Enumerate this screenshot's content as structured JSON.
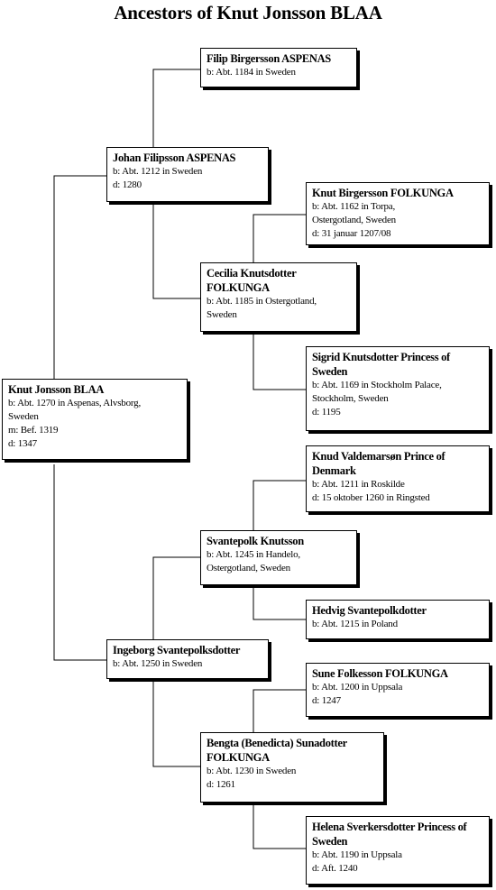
{
  "title": "Ancestors of Knut Jonsson BLAA",
  "people": {
    "knut_jonsson": {
      "name": "Knut Jonsson BLAA",
      "lines": [
        "b: Abt. 1270 in Aspenas, Alvsborg,",
        "Sweden",
        "m: Bef. 1319",
        "d: 1347"
      ]
    },
    "johan_filipsson": {
      "name": "Johan Filipsson ASPENAS",
      "lines": [
        "b: Abt. 1212 in Sweden",
        "d: 1280"
      ]
    },
    "filip_birgersson": {
      "name": "Filip Birgersson ASPENAS",
      "lines": [
        "b: Abt. 1184 in Sweden"
      ]
    },
    "cecilia_knutsdotter": {
      "name": "Cecilia Knutsdotter FOLKUNGA",
      "lines": [
        "b: Abt. 1185 in Ostergotland,",
        "Sweden"
      ]
    },
    "knut_birgersson": {
      "name": "Knut Birgersson FOLKUNGA",
      "lines": [
        "b: Abt. 1162 in Torpa,",
        "Ostergotland, Sweden",
        "d: 31 januar 1207/08"
      ]
    },
    "sigrid_knutsdotter": {
      "name": "Sigrid Knutsdotter Princess of Sweden",
      "lines": [
        "b: Abt. 1169 in Stockholm Palace,",
        "Stockholm, Sweden",
        "d: 1195"
      ]
    },
    "ingeborg_svantepolksdotter": {
      "name": "Ingeborg Svantepolksdotter",
      "lines": [
        "b: Abt. 1250 in Sweden"
      ]
    },
    "svantepolk_knutsson": {
      "name": "Svantepolk Knutsson",
      "lines": [
        "b: Abt. 1245 in Handelo,",
        "Ostergotland, Sweden"
      ]
    },
    "knud_valdemarson": {
      "name": "Knud Valdemarsøn Prince of Denmark",
      "lines": [
        "b: Abt. 1211 in Roskilde",
        "d: 15 oktober 1260 in Ringsted"
      ]
    },
    "hedvig_svantepolkdotter": {
      "name": "Hedvig Svantepolkdotter",
      "lines": [
        "b: Abt. 1215 in Poland"
      ]
    },
    "bengta_sunadotter": {
      "name": "Bengta (Benedicta) Sunadotter FOLKUNGA",
      "lines": [
        "b: Abt. 1230 in Sweden",
        "d: 1261"
      ]
    },
    "sune_folkesson": {
      "name": "Sune Folkesson FOLKUNGA",
      "lines": [
        "b: Abt. 1200 in Uppsala",
        "d: 1247"
      ]
    },
    "helena_sverkersdotter": {
      "name": "Helena Sverkersdotter Princess of Sweden",
      "lines": [
        "b: Abt. 1190 in Uppsala",
        "d: Aft. 1240"
      ]
    }
  }
}
